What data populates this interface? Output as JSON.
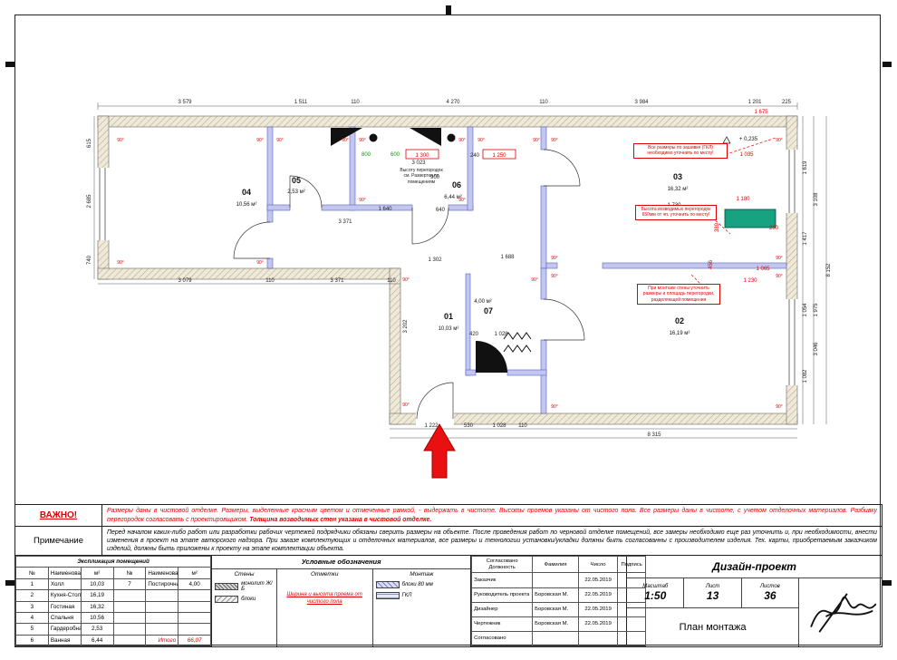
{
  "plan": {
    "angle_label": "90°",
    "elevation_mark": "+ 0,235",
    "rooms": [
      {
        "num": "01",
        "area": "10,03 м²"
      },
      {
        "num": "02",
        "area": "16,19 м²"
      },
      {
        "num": "03",
        "area": "16,32 м²"
      },
      {
        "num": "04",
        "area": "10,56 м²"
      },
      {
        "num": "05",
        "area": "2,53 м²"
      },
      {
        "num": "06",
        "area": "6,44 м²"
      },
      {
        "num": "07",
        "area": "4,00 м²"
      }
    ],
    "dims_top": [
      "3 579",
      "1 511",
      "110",
      "4 270",
      "110",
      "3 984",
      "1 201",
      "225"
    ],
    "dims_top_red": "1 675",
    "dims_left": [
      "615",
      "2 685",
      "740"
    ],
    "dims_right": [
      "1 619",
      "1 417",
      "1 082",
      "3 108",
      "3 046",
      "8 152",
      "1 054",
      "1 975"
    ],
    "dims_bottom": [
      "1 222",
      "530",
      "1 028",
      "110",
      "8 315"
    ],
    "dims_mid": [
      "3 079",
      "110",
      "3 371",
      "110"
    ],
    "dims_inner": [
      "3 023",
      "240",
      "900",
      "3 371",
      "1 640",
      "640",
      "1 302",
      "1 688",
      "1 730",
      "3 202",
      "420",
      "1 028"
    ],
    "dims_green": [
      "800",
      "600"
    ],
    "dims_red_boxed": [
      "1 300",
      "1 250"
    ],
    "dims_red": [
      "1 035",
      "1 180",
      "1 230",
      "1 065",
      "456",
      "389",
      "200"
    ],
    "notes": {
      "gkl": "Все размеры по зашивке (ГКЛ) необходимо уточнить по месту!",
      "partition_height": "Высота возводимых перегородок 650мм от чп. уточнить по месту!",
      "partition_mount": "При монтаже стены уточнить размеры и площадь перегородки, разделяющей помещения",
      "heights_ref": "Высоту перегородок см. Развертки по помещениям"
    }
  },
  "important": {
    "label": "ВАЖНО!",
    "text": "Размеры даны в чистовой отделке. Размеры, выделенные красным цветом и отмеченные рамкой, - выдержать в чистоте. Высоты проемов указаны от чистого пола. Все размеры даны в чистоте, с учетом отделочных материалов. Разбивку перегородок согласовать с проектировщиком. ",
    "text_bold": "Толщина возводимых стен указана в чистовой отделке."
  },
  "note": {
    "label": "Примечание",
    "text": "Перед началом каких-либо работ или разработки рабочих чертежей подрядчики обязаны сверить размеры на объекте. После проведения работ по черновой отделке помещений, все замеры необходимо еще раз уточнить и, при необходимости, внести изменения в проект на этапе авторского надзора. При заказе комплектующих и отделочных материалов, все размеры и технологии установки/укладки должны быть согласованны с производителем изделия. Тех. карты, приобретаемым заказчиком изделий, должны быть приложены к проекту на этапе комплектации объекта."
  },
  "explication": {
    "title": "Экспликация помещений",
    "headers": [
      "№",
      "Наименование",
      "м²",
      "№",
      "Наименование",
      "м²"
    ],
    "rows": [
      [
        "1",
        "Холл",
        "10,03",
        "7",
        "Постирочная",
        "4,00"
      ],
      [
        "2",
        "Кухня-Столовая",
        "16,19",
        "",
        "",
        ""
      ],
      [
        "3",
        "Гостиная",
        "16,32",
        "",
        "",
        ""
      ],
      [
        "4",
        "Спальня",
        "10,56",
        "",
        "",
        ""
      ],
      [
        "5",
        "Гардеробная",
        "2,53",
        "",
        "",
        ""
      ],
      [
        "6",
        "Ванная",
        "6,44",
        "",
        "Итого",
        "66,07"
      ]
    ]
  },
  "legend": {
    "title": "Условные обозначения",
    "col_walls": "Стены",
    "col_marks": "Отметки",
    "col_montage": "Монтаж",
    "wall_items": [
      "монолит Ж/Б",
      "блоки"
    ],
    "montage_items": [
      "блоки 80 мм",
      "ГКЛ"
    ],
    "red_note": "Ширина и высота проема от чистого пола"
  },
  "approval": {
    "header_top": "Согласовано",
    "header_role": "Должность",
    "header_name": "Фамилия",
    "header_date": "Число",
    "header_sign": "Подпись",
    "rows": [
      {
        "role": "Заказчик",
        "name": "",
        "date": "22.05.2019",
        "sign": ""
      },
      {
        "role": "Руководитель проекта",
        "name": "Боровская М.",
        "date": "22.05.2019",
        "sign": ""
      },
      {
        "role": "Дизайнер",
        "name": "Боровская М.",
        "date": "22.05.2019",
        "sign": ""
      },
      {
        "role": "Чертежник",
        "name": "Боровская М.",
        "date": "22.05.2019",
        "sign": ""
      },
      {
        "role": "Согласовано",
        "name": "",
        "date": "",
        "sign": ""
      }
    ]
  },
  "project": {
    "title": "Дизайн-проект",
    "scale_label": "Масштаб",
    "scale": "1:50",
    "sheet_label": "Лист",
    "sheet": "13",
    "sheets_label": "Листов",
    "sheets": "36",
    "plan_name": "План монтажа"
  }
}
